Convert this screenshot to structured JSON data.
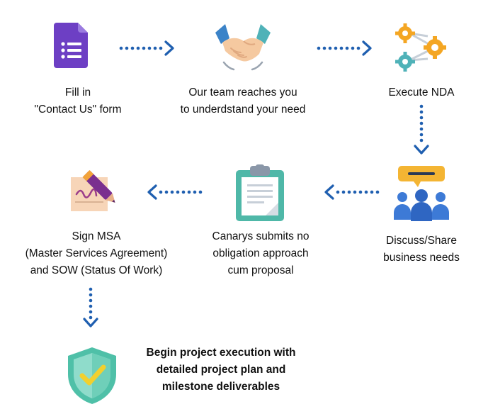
{
  "steps": [
    {
      "id": "fill-form",
      "icon": "form-icon",
      "lines": [
        "Fill in",
        "\"Contact Us\" form"
      ]
    },
    {
      "id": "team-reaches",
      "icon": "handshake-icon",
      "lines": [
        "Our team reaches you",
        "to underdstand your need"
      ]
    },
    {
      "id": "execute-nda",
      "icon": "gears-icon",
      "lines": [
        "Execute NDA"
      ]
    },
    {
      "id": "discuss-share",
      "icon": "team-chat-icon",
      "lines": [
        "Discuss/Share",
        "business needs"
      ]
    },
    {
      "id": "submits-proposal",
      "icon": "clipboard-icon",
      "lines": [
        "Canarys submits no",
        "obligation approach",
        "cum proposal"
      ]
    },
    {
      "id": "sign-msa",
      "icon": "signature-icon",
      "lines": [
        "Sign MSA",
        "(Master Services Agreement)",
        "and SOW (Status Of Work)"
      ]
    },
    {
      "id": "begin-execution",
      "icon": "shield-check-icon",
      "lines": [
        "Begin project execution with",
        "detailed project plan and",
        "milestone deliverables"
      ]
    }
  ],
  "colors": {
    "arrow": "#1f5fb0",
    "text": "#111111"
  }
}
